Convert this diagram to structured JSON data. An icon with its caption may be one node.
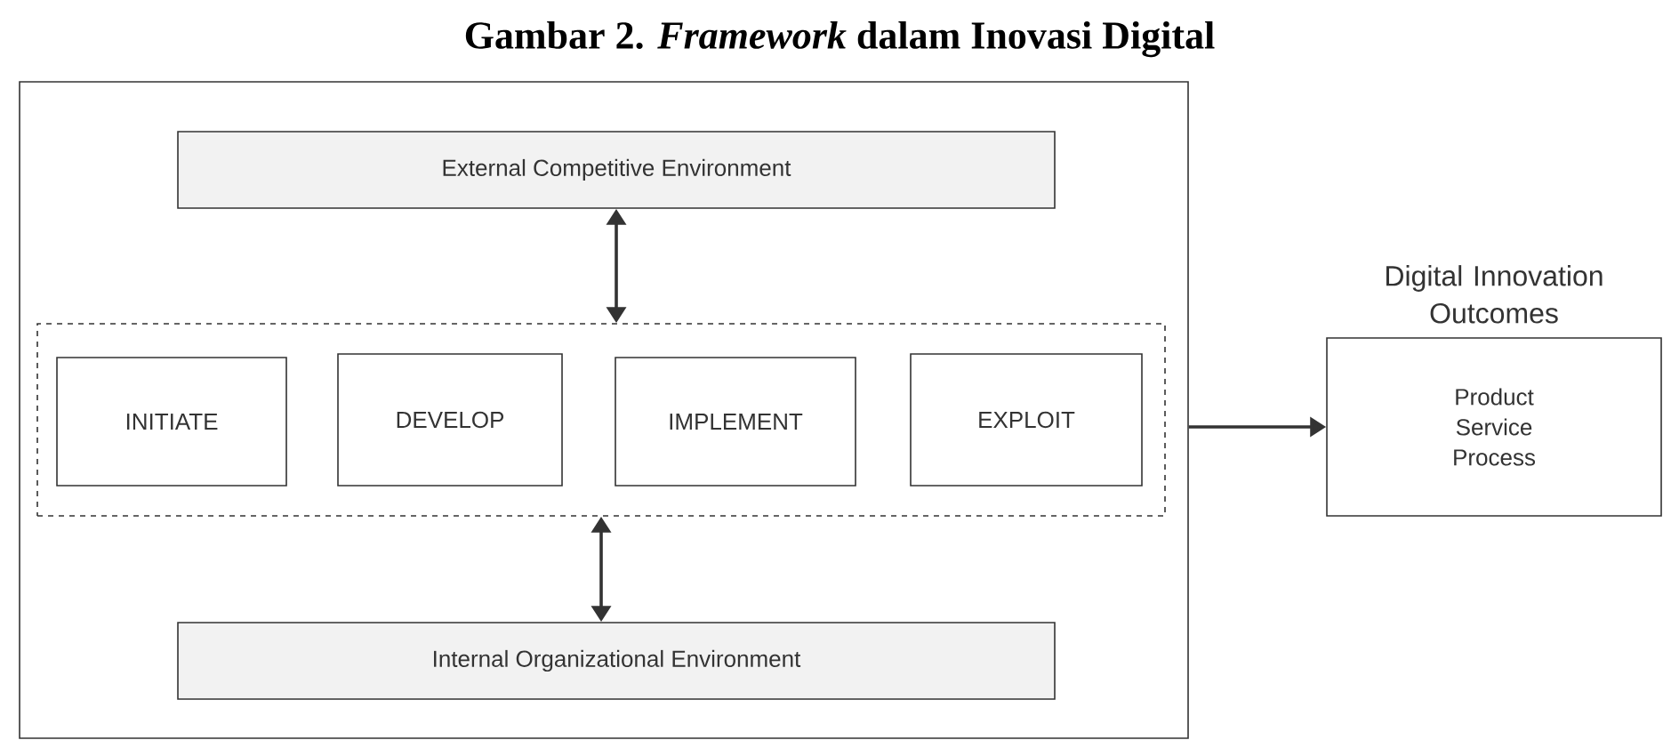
{
  "diagram": {
    "title": "Gambar 2. *Framework* dalam Inovasi Digital",
    "nodes": [
      {
        "text": [],
        "shape": "box"
      },
      {
        "text": [
          "External Competitive Environment"
        ],
        "in": 0
      },
      {
        "text": [],
        "shape": "box",
        "in": 0
      },
      {
        "text": [
          "INITIATE"
        ],
        "in": 2
      },
      {
        "text": [
          "DEVELOP"
        ],
        "in": 2
      },
      {
        "text": [
          "IMPLEMENT"
        ],
        "in": 2
      },
      {
        "text": [
          "EXPLOIT"
        ],
        "in": 2
      },
      {
        "text": [
          "Internal Organizational Environment"
        ],
        "in": 0
      },
      {
        "text": [
          "Digital Innovation Outcomes",
          "Product Service Process"
        ]
      }
    ],
    "edges": [
      {
        "from": 1,
        "to": 2,
        "arrow": "both"
      },
      {
        "from": 2,
        "to": 7,
        "arrow": "both"
      },
      {
        "from": 0,
        "to": 8,
        "arrow": "to"
      }
    ]
  }
}
